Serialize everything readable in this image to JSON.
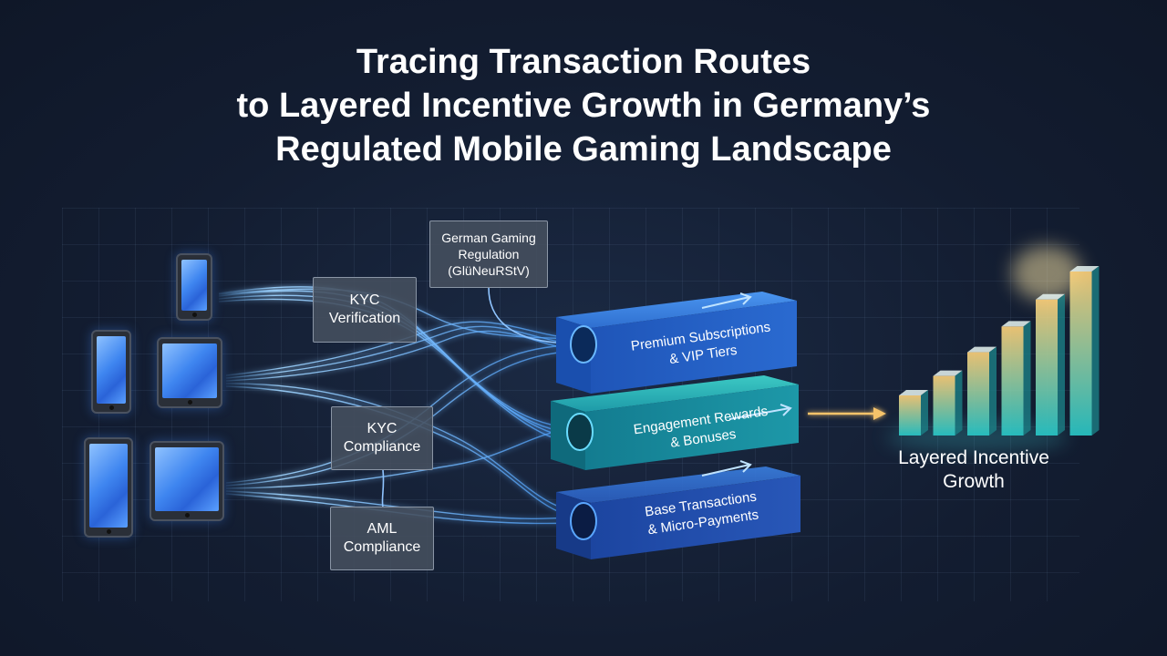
{
  "title": {
    "line1": "Tracing Transaction Routes",
    "line2": "to Layered Incentive Growth in Germany’s",
    "line3": "Regulated Mobile Gaming Landscape"
  },
  "checkpoints": {
    "regulation": {
      "line1": "German Gaming",
      "line2": "Regulation",
      "line3": "(GlüNeuRStV)"
    },
    "kyc_verification": {
      "line1": "KYC",
      "line2": "Verification"
    },
    "kyc_compliance": {
      "line1": "KYC",
      "line2": "Compliance"
    },
    "aml_compliance": {
      "line1": "AML",
      "line2": "Compliance"
    }
  },
  "tiers": [
    {
      "line1": "Premium Subscriptions",
      "line2": "& VIP Tiers",
      "color": "#2f7fe0"
    },
    {
      "line1": "Engagement Rewards",
      "line2": "& Bonuses",
      "color": "#1fa7b0"
    },
    {
      "line1": "Base Transactions",
      "line2": "& Micro-Payments",
      "color": "#2560c8"
    }
  ],
  "growth": {
    "line1": "Layered Incentive",
    "line2": "Growth",
    "bar_count": 6,
    "bar_color_start": "#28c8c8",
    "bar_color_end": "#ffd27a"
  },
  "colors": {
    "background": "#131d31",
    "flow": "#6ab8ff",
    "arrow": "#f5c36b"
  }
}
